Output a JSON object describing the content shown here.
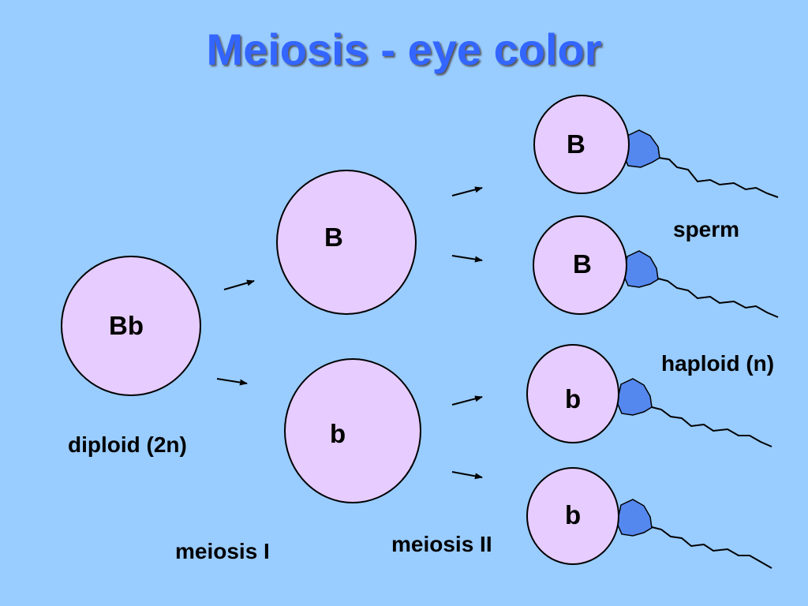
{
  "title": "Meiosis - eye color",
  "parent_cell": "Bb",
  "meiosis1_cells": [
    "B",
    "b"
  ],
  "sperm_cells": [
    "B",
    "B",
    "b",
    "b"
  ],
  "labels": {
    "diploid": "diploid (2n)",
    "meiosis1": "meiosis I",
    "meiosis2": "meiosis II",
    "sperm": "sperm",
    "haploid": "haploid (n)"
  },
  "colors": {
    "background": "#99ccff",
    "cell_fill": "#e6ccff",
    "title": "#3366ff",
    "sperm_head": "#5588ee"
  }
}
